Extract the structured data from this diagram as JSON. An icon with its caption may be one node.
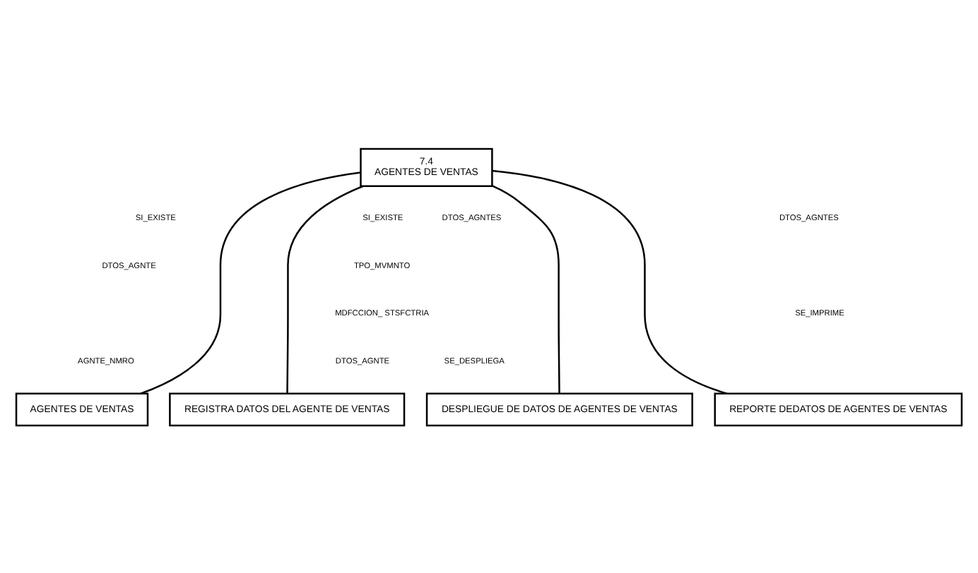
{
  "diagram": {
    "nodes": [
      {
        "text": [
          "7.4",
          "AGENTES DE VENTAS"
        ]
      },
      {
        "text": [
          "AGENTES DE VENTAS"
        ]
      },
      {
        "text": [
          "REGISTRA DATOS DEL AGENTE DE VENTAS"
        ]
      },
      {
        "text": [
          "DESPLIEGUE DE DATOS DE AGENTES DE VENTAS"
        ]
      },
      {
        "text": [
          "REPORTE DEDATOS DE AGENTES DE VENTAS"
        ]
      }
    ],
    "edges": [
      {
        "from": 0,
        "to": 1,
        "arrow": "none"
      },
      {
        "from": 0,
        "to": 2,
        "arrow": "none"
      },
      {
        "from": 0,
        "to": 3,
        "arrow": "none"
      },
      {
        "from": 0,
        "to": 4,
        "arrow": "none"
      }
    ],
    "labels": [
      "SI_EXISTE",
      "SI_EXISTE",
      "DTOS_AGNTES",
      "DTOS_AGNTES",
      "DTOS_AGNTE",
      "TPO_MVMNTO",
      "SE_DESPLIEGA",
      "SE_IMPRIME",
      "AGNTE_NMRO",
      "MDFCCION_ STSFCTRIA",
      "DTOS_AGNTE"
    ]
  }
}
